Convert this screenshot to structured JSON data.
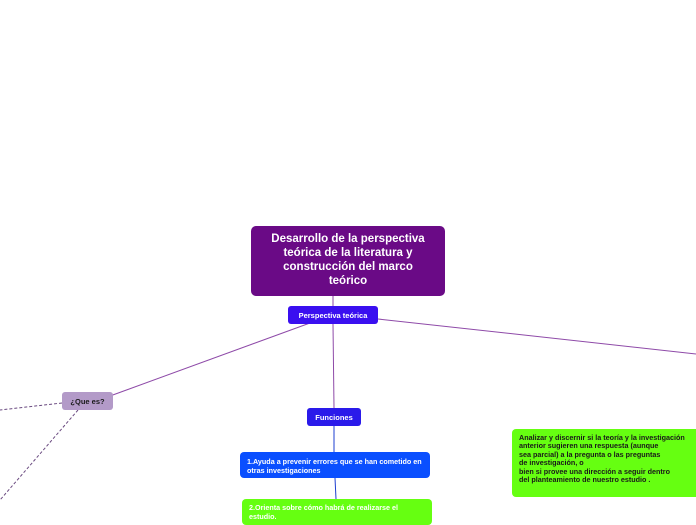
{
  "central_topic": "Desarrollo de la perspectiva teórica de la literatura y construcción del marco teórico",
  "perspectiva": "Perspectiva teórica",
  "que_es": "¿Que es?",
  "funciones": "Funciones",
  "funcion_1": "1.Ayuda a prevenir errores que se han cometido en otras investigaciones",
  "funcion_2": "2.Orienta sobre cómo habrá de realizarse el estudio.",
  "analizar": {
    "line1": "Analizar y discernir si la teoría y la investigación",
    "line2": "anterior sugieren una respuesta (aunque",
    "line3": "sea parcial) a la pregunta o las preguntas",
    "line4": "de investigación, o",
    "line5": "bien si provee una dirección a seguir dentro",
    "line6": "del planteamiento de nuestro estudio ."
  },
  "colors": {
    "central": "#6a0a86",
    "perspectiva": "#3a0ff0",
    "que_es": "#b39ac8",
    "funciones": "#2a1aea",
    "funcion_1": "#0a4fff",
    "funcion_2": "#66ff11",
    "analizar": "#66ff11",
    "connector_main": "#8e4aa8",
    "connector_blue": "#1e3fd0",
    "connector_dashed": "#6a4a80"
  }
}
